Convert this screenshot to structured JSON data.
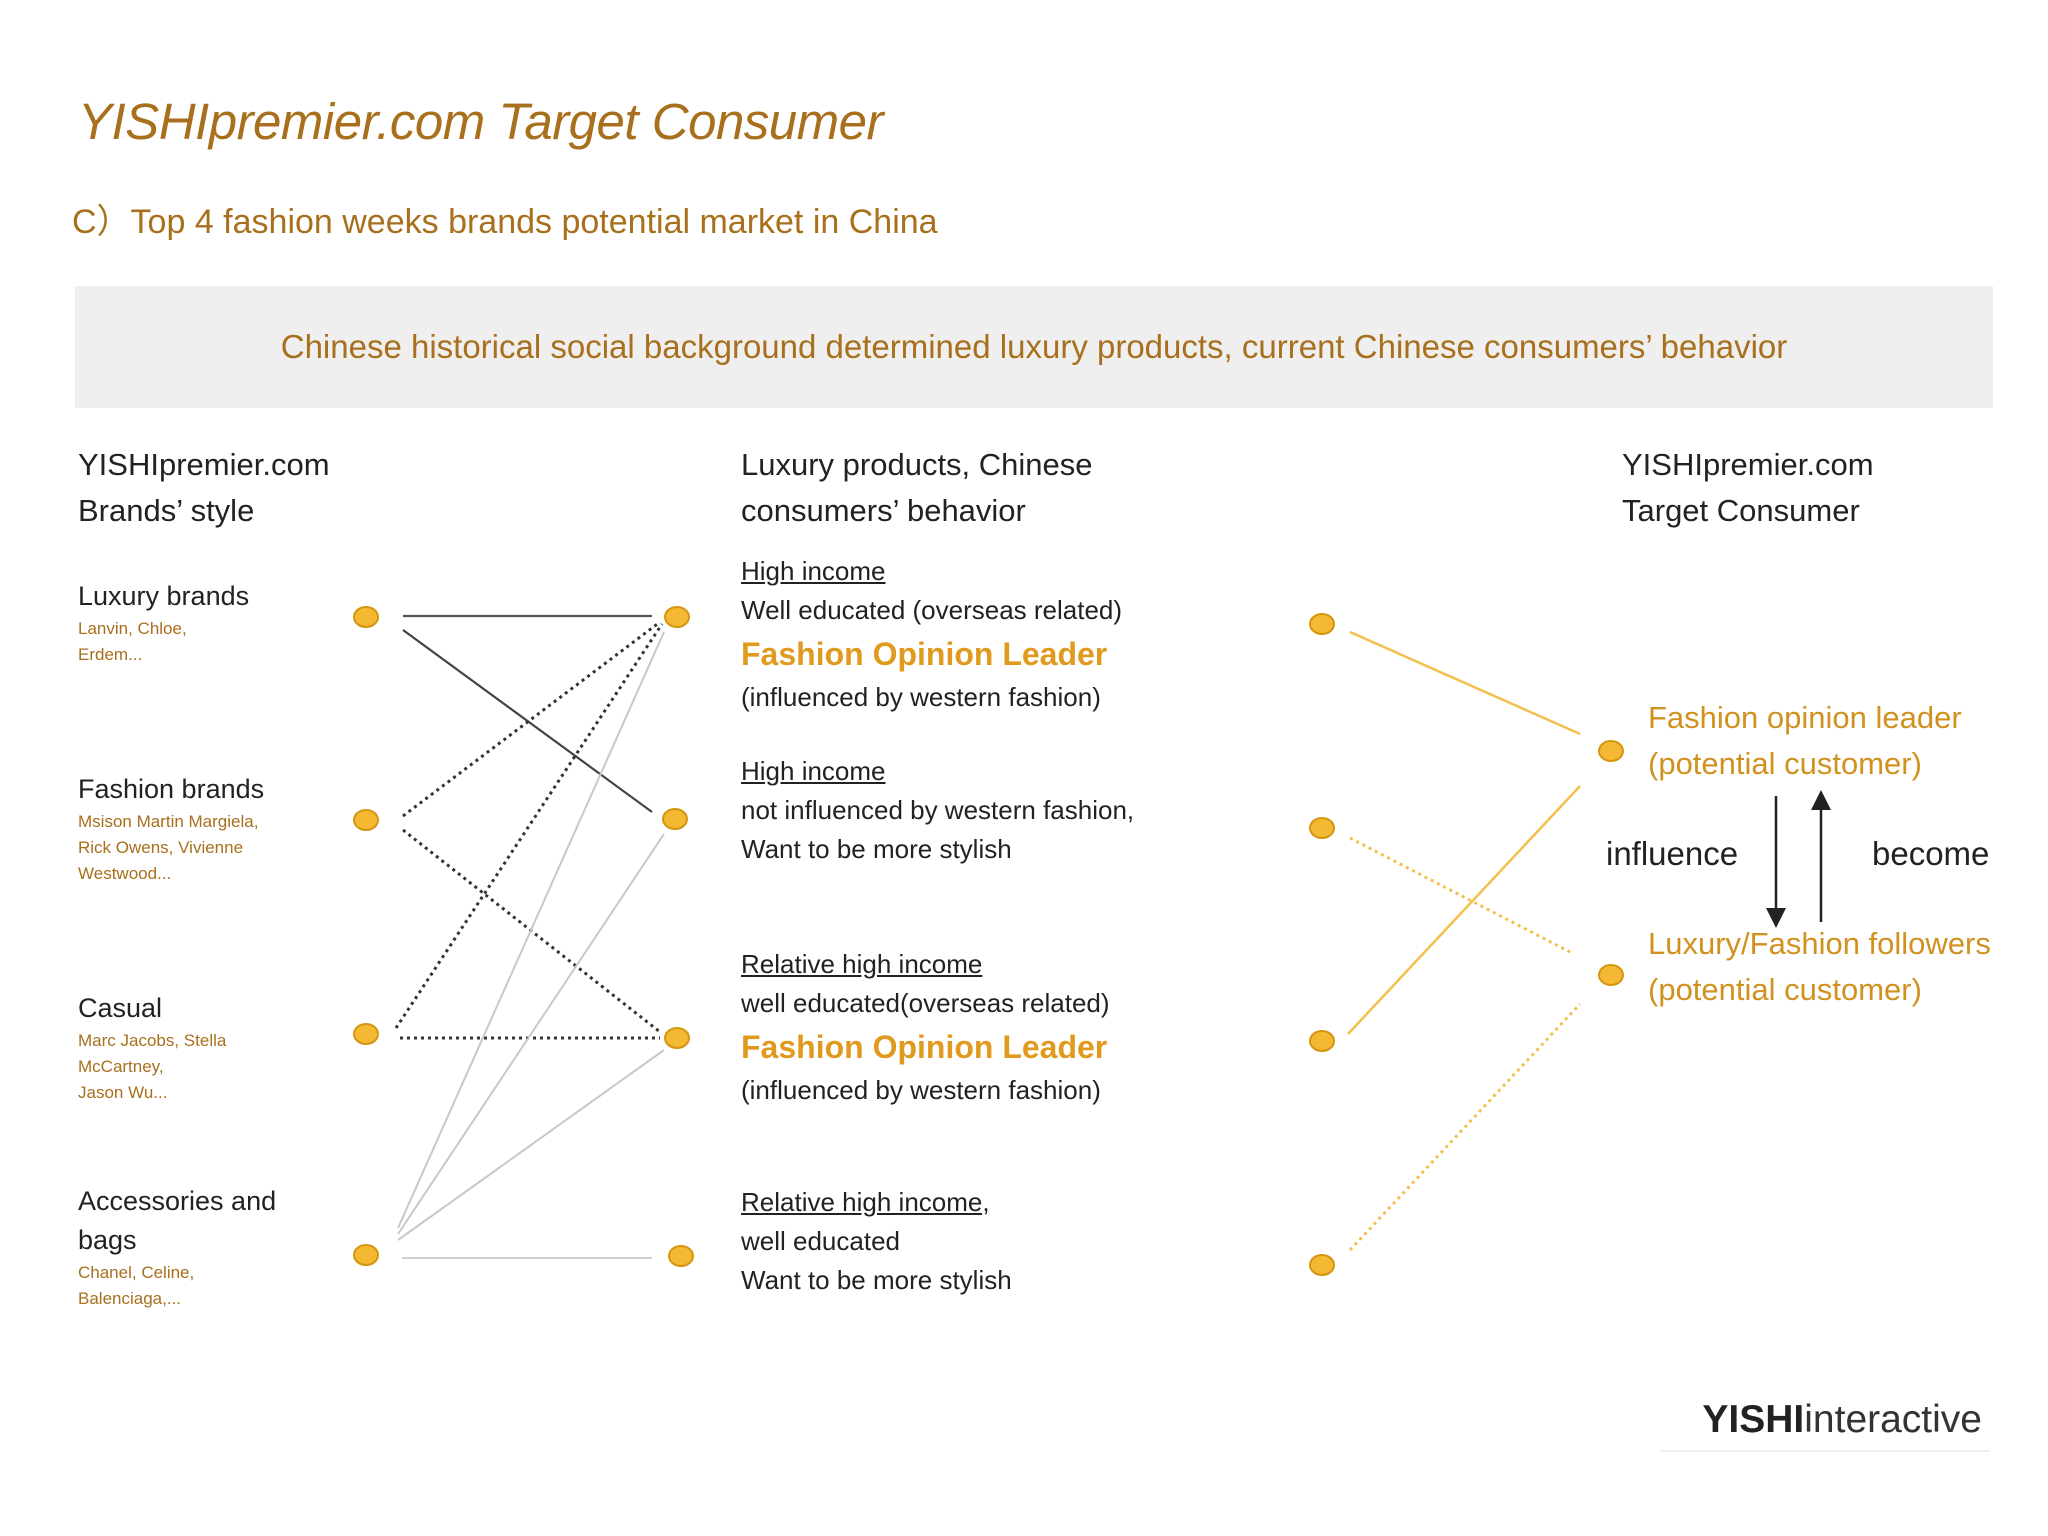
{
  "header": {
    "title": "YISHIpremier.com Target Consumer",
    "subtitle": "C）Top 4 fashion weeks brands potential market in China"
  },
  "banner": {
    "text": "Chinese historical social background determined luxury products, current Chinese consumers’ behavior"
  },
  "columns": {
    "left": [
      "YISHIpremier.com",
      "Brands’ style"
    ],
    "middle": [
      "Luxury products, Chinese",
      "consumers’ behavior"
    ],
    "right": [
      "YISHIpremier.com",
      "Target Consumer"
    ]
  },
  "brands": [
    {
      "name": [
        "Luxury brands"
      ],
      "examples": [
        "Lanvin, Chloe,",
        "Erdem..."
      ]
    },
    {
      "name": [
        "Fashion brands"
      ],
      "examples": [
        "Msison Martin Margiela,",
        "Rick Owens, Vivienne",
        "Westwood..."
      ]
    },
    {
      "name": [
        "Casual"
      ],
      "examples": [
        "Marc Jacobs, Stella",
        "McCartney,",
        "Jason Wu..."
      ]
    },
    {
      "name": [
        "Accessories and",
        "bags"
      ],
      "examples": [
        "Chanel, Celine,",
        "Balenciaga,..."
      ]
    }
  ],
  "behaviors": [
    {
      "heading": "High income",
      "line1": "Well educated (overseas related)",
      "highlight": "Fashion Opinion Leader",
      "line2": "(influenced by western fashion)"
    },
    {
      "heading": "High income",
      "line1": "not influenced by western fashion,",
      "line2": "Want to be more stylish"
    },
    {
      "heading": "Relative high income",
      "line1": "well educated(overseas related)",
      "highlight": "Fashion Opinion Leader",
      "line2": "(influenced by western fashion)"
    },
    {
      "heading": "Relative high income,",
      "line1": "well educated",
      "line2": "Want to be more stylish"
    }
  ],
  "targets": {
    "leader": [
      "Fashion opinion leader",
      "(potential customer)"
    ],
    "followers": [
      "Luxury/Fashion followers",
      "(potential customer)"
    ],
    "influence_label": "influence",
    "become_label": "become"
  },
  "colors": {
    "accent": "#a86f1c",
    "highlight": "#e09a1e",
    "node_fill": "#f5b833",
    "node_stroke": "#d4950f",
    "line_dark": "#444444",
    "line_gold": "#f3c04d",
    "banner_bg": "#efefef"
  },
  "logo": {
    "brand": "YISHI",
    "suffix": "interactive"
  }
}
